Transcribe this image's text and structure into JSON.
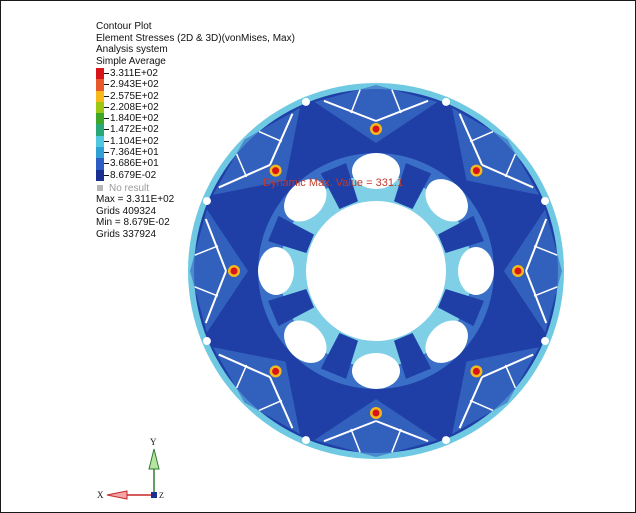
{
  "plot": {
    "title": "Contour Plot",
    "result_type": "Element Stresses (2D & 3D)(vonMises, Max)",
    "system": "Analysis system",
    "averaging": "Simple Average"
  },
  "legend": {
    "labels": [
      "3.311E+02",
      "2.943E+02",
      "2.575E+02",
      "2.208E+02",
      "1.840E+02",
      "1.472E+02",
      "1.104E+02",
      "7.364E+01",
      "3.686E+01",
      "8.679E-02"
    ],
    "colors": [
      "#d8141b",
      "#e8582a",
      "#f6b81a",
      "#9cc814",
      "#3ea629",
      "#2aa777",
      "#4fc8e0",
      "#31a0d6",
      "#2e5cc5",
      "#1a2f92"
    ],
    "no_result": "No result"
  },
  "stats": {
    "max": "Max = 3.311E+02",
    "max_grid": "Grids 409324",
    "min": "Min = 8.679E-02",
    "min_grid": "Grids 337924"
  },
  "annotation": {
    "text": "Dynamic Max. Value = 331.1"
  },
  "model_colors": {
    "low": "#1f3fa6",
    "mid": "#3a6fc8",
    "high": "#7fd0e6",
    "peak_red": "#d8141b",
    "peak_orange": "#f6b81a",
    "edge": "#ffffff"
  },
  "axes": {
    "x": "X",
    "y": "Y",
    "z": "Z"
  }
}
